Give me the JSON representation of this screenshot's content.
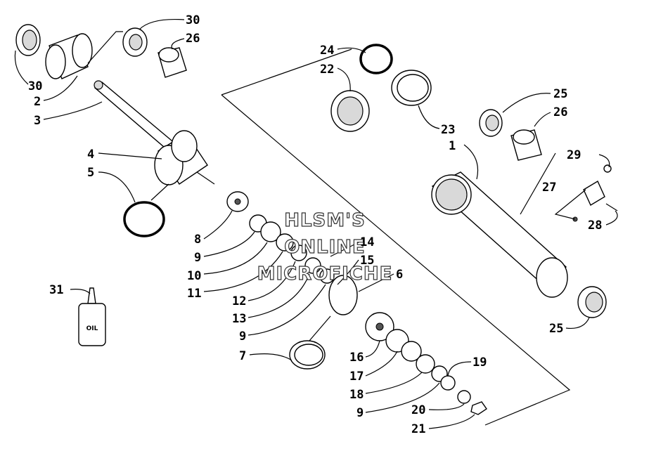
{
  "watermark": [
    "HLSM'S",
    "ONLINE",
    "MICROFICHE"
  ],
  "bottle_label": "OIL",
  "callouts": [
    {
      "id": "c30a",
      "text": "30"
    },
    {
      "id": "c26a",
      "text": "26"
    },
    {
      "id": "c30b",
      "text": "30"
    },
    {
      "id": "c2",
      "text": "2"
    },
    {
      "id": "c3",
      "text": "3"
    },
    {
      "id": "c4",
      "text": "4"
    },
    {
      "id": "c5",
      "text": "5"
    },
    {
      "id": "c24",
      "text": "24"
    },
    {
      "id": "c22",
      "text": "22"
    },
    {
      "id": "c23",
      "text": "23"
    },
    {
      "id": "c1",
      "text": "1"
    },
    {
      "id": "c25a",
      "text": "25"
    },
    {
      "id": "c26b",
      "text": "26"
    },
    {
      "id": "c29",
      "text": "29"
    },
    {
      "id": "c27",
      "text": "27"
    },
    {
      "id": "c28",
      "text": "28"
    },
    {
      "id": "c8",
      "text": "8"
    },
    {
      "id": "c9a",
      "text": "9"
    },
    {
      "id": "c10",
      "text": "10"
    },
    {
      "id": "c11",
      "text": "11"
    },
    {
      "id": "c14",
      "text": "14"
    },
    {
      "id": "c15",
      "text": "15"
    },
    {
      "id": "c6",
      "text": "6"
    },
    {
      "id": "c12",
      "text": "12"
    },
    {
      "id": "c13",
      "text": "13"
    },
    {
      "id": "c9b",
      "text": "9"
    },
    {
      "id": "c31",
      "text": "31"
    },
    {
      "id": "c7",
      "text": "7"
    },
    {
      "id": "c16",
      "text": "16"
    },
    {
      "id": "c17",
      "text": "17"
    },
    {
      "id": "c18",
      "text": "18"
    },
    {
      "id": "c19",
      "text": "19"
    },
    {
      "id": "c9c",
      "text": "9"
    },
    {
      "id": "c20",
      "text": "20"
    },
    {
      "id": "c21",
      "text": "21"
    },
    {
      "id": "c25b",
      "text": "25"
    }
  ]
}
